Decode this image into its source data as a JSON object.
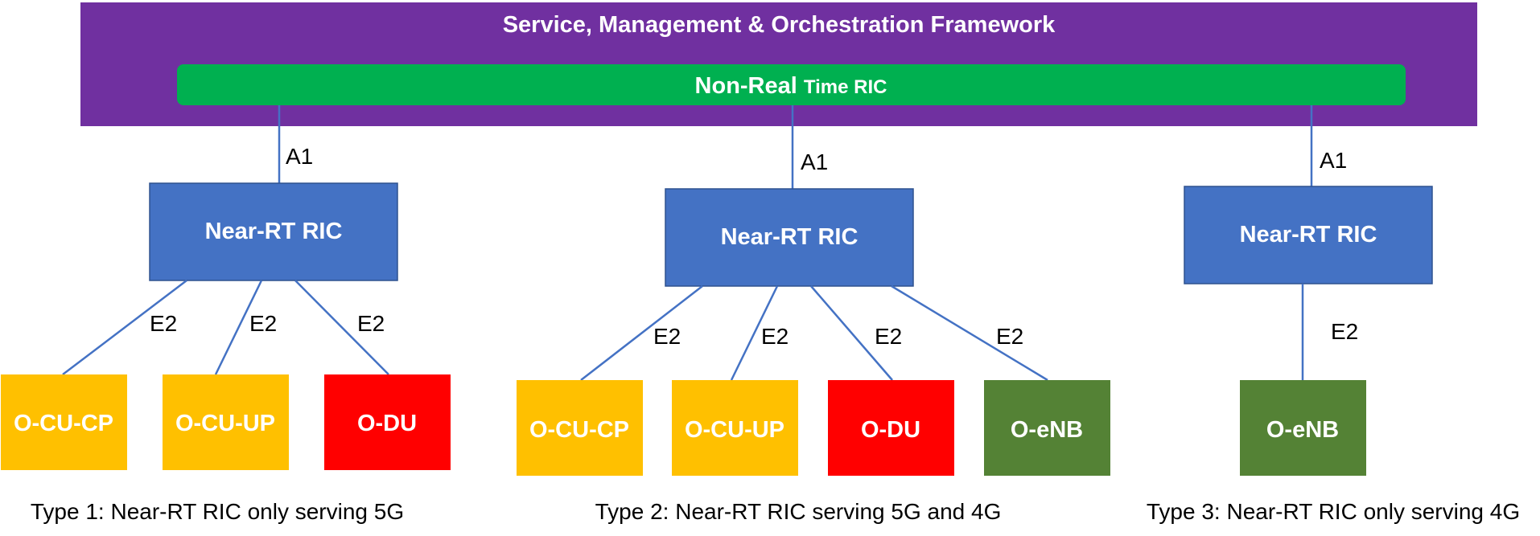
{
  "smo": {
    "title": "Service, Management & Orchestration Framework",
    "color": "#7030A0"
  },
  "non_rt_ric": {
    "label_main": "Non-Real ",
    "label_sub": "Time RIC",
    "color": "#00B050"
  },
  "colors": {
    "near_rt": "#4472C4",
    "cu": "#FFC000",
    "du": "#FF0000",
    "enb": "#548235",
    "line": "#4472C4"
  },
  "types": [
    {
      "near_rt_label": "Near-RT RIC",
      "a1_label": "A1",
      "caption": "Type 1: Near-RT RIC only serving 5G",
      "nodes": [
        {
          "label": "O-CU-CP",
          "kind": "cu",
          "link_label": "E2"
        },
        {
          "label": "O-CU-UP",
          "kind": "cu",
          "link_label": "E2"
        },
        {
          "label": "O-DU",
          "kind": "du",
          "link_label": "E2"
        }
      ]
    },
    {
      "near_rt_label": "Near-RT RIC",
      "a1_label": "A1",
      "caption": "Type 2: Near-RT RIC serving 5G and 4G",
      "nodes": [
        {
          "label": "O-CU-CP",
          "kind": "cu",
          "link_label": "E2"
        },
        {
          "label": "O-CU-UP",
          "kind": "cu",
          "link_label": "E2"
        },
        {
          "label": "O-DU",
          "kind": "du",
          "link_label": "E2"
        },
        {
          "label": "O-eNB",
          "kind": "enb",
          "link_label": "E2"
        }
      ]
    },
    {
      "near_rt_label": "Near-RT RIC",
      "a1_label": "A1",
      "caption": "Type 3: Near-RT RIC only serving 4G",
      "nodes": [
        {
          "label": "O-eNB",
          "kind": "enb",
          "link_label": "E2"
        }
      ]
    }
  ]
}
